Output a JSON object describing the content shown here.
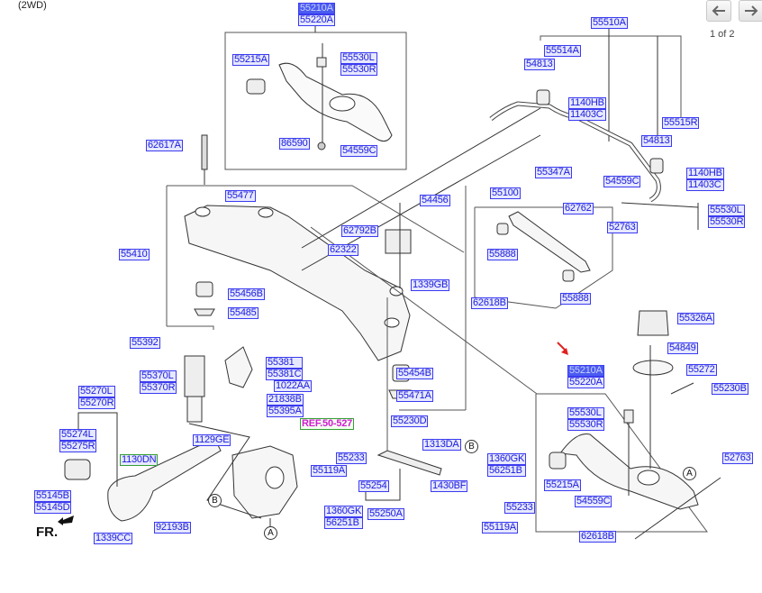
{
  "header": {
    "variant": "(2WD)"
  },
  "navigation": {
    "prev_icon": "arrow-left-icon",
    "next_icon": "arrow-right-icon",
    "page_indicator": "1 of 2"
  },
  "orientation": {
    "front_label": "FR."
  },
  "callouts": {
    "A": "A",
    "B": "B"
  },
  "colors": {
    "label_text": "#1a1adb",
    "label_border": "#3b3bf0",
    "label_bg": "#e6e8ff",
    "selected_bg": "#4b5cf0",
    "ref_text": "#d21ad2",
    "ref_border": "#33a033",
    "pointer_arrow": "#e02020"
  },
  "labels": {
    "top_arm_a": "55210A",
    "top_arm_b": "55220A",
    "top_bush": "55215A",
    "top_link_l": "55530L",
    "top_link_r": "55530R",
    "top_bolt": "86590",
    "top_nut": "54559C",
    "bolt_62617a": "62617A",
    "stab_bar": "55510A",
    "stab_bracket": "55514A",
    "bush_left": "54813",
    "bolt_left_a": "1140HB",
    "bolt_left_b": "11403C",
    "stab_bracket_r": "55515R",
    "bush_right": "54813",
    "bolt_right_a": "1140HB",
    "bolt_right_b": "11403C",
    "stab_nut": "54559C",
    "stab_link_l": "55530L",
    "stab_link_r": "55530R",
    "washer_55477": "55477",
    "nut_54456": "54456",
    "washer_62792b": "62792B",
    "bracket_62322": "62322",
    "nut_1339gb": "1339GB",
    "crossmember": "55410",
    "bush_55456b": "55456B",
    "plate_55485": "55485",
    "washer_55347a": "55347A",
    "assist_arm": "55100",
    "bolt_62762": "62762",
    "bolt_52763_top": "52763",
    "bush_55888_a": "55888",
    "bush_55888_b": "55888",
    "nut_62618b_top": "62618B",
    "shock_bolt": "55392",
    "shock_mount_a": "55381",
    "shock_mount_b": "55381C",
    "shock_a": "55370L",
    "shock_b": "55370R",
    "nut_1022aa": "1022AA",
    "bolt_21838b": "21838B",
    "bolt_55395a": "55395A",
    "bush_55454b": "55454B",
    "plate_55471a": "55471A",
    "trailing_arm_l": "55270L",
    "trailing_arm_r": "55270R",
    "trailing_bush_l": "55274L",
    "trailing_bush_r": "55275R",
    "bolt_1130dn": "1130DN",
    "bolt_1129ge": "1129GE",
    "ref": "REF.50-527",
    "bolt_55145b": "55145B",
    "bolt_55145d": "55145D",
    "nut_1339cc": "1339CC",
    "bolt_92193b": "92193B",
    "bolt_55230d": "55230D",
    "washer_55233_mid": "55233",
    "nut_55119a_mid": "55119A",
    "bush_55254": "55254",
    "nut_1313da": "1313DA",
    "pin_1430bf": "1430BF",
    "nut_1360gk_mid": "1360GK",
    "nut_56251b_mid": "56251B",
    "arm_55250a": "55250A",
    "nut_1360gk_r": "1360GK",
    "nut_56251b_r": "56251B",
    "washer_55233_r": "55233",
    "nut_55119a_r": "55119A",
    "spring_pad": "55326A",
    "bolt_54849": "54849",
    "spring_seat": "55272",
    "lower_arm_a": "55210A",
    "lower_arm_b": "55220A",
    "bolt_55230b": "55230B",
    "lower_link_l": "55530L",
    "lower_link_r": "55530R",
    "lower_bush": "55215A",
    "lower_nut": "54559C",
    "bolt_52763_low": "52763",
    "nut_62618b_low": "62618B"
  }
}
